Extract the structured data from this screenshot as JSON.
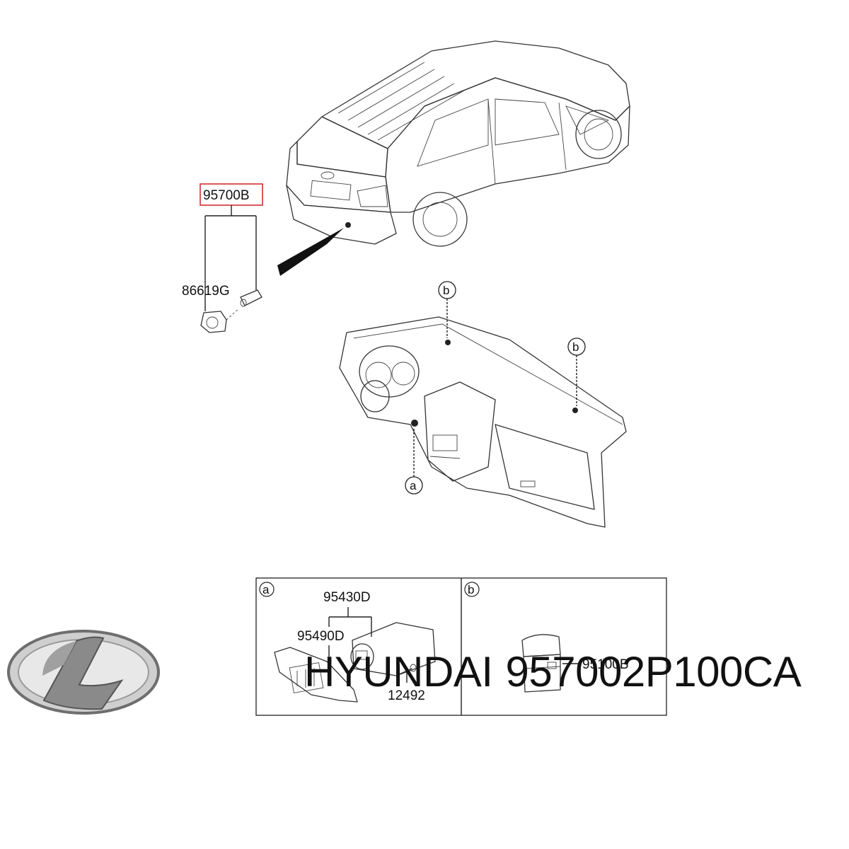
{
  "callouts": {
    "assembly": "95700B",
    "bulb": "86619G",
    "socket": "95430D",
    "bezel": "95490D",
    "screw": "12492",
    "switch": "95100B"
  },
  "markers": {
    "a": "a",
    "b": "b"
  },
  "caption": {
    "brand": "HYUNDAI",
    "part_number": "957002P100CA"
  },
  "colors": {
    "highlight_box": "#d23030",
    "line": "#222222"
  }
}
